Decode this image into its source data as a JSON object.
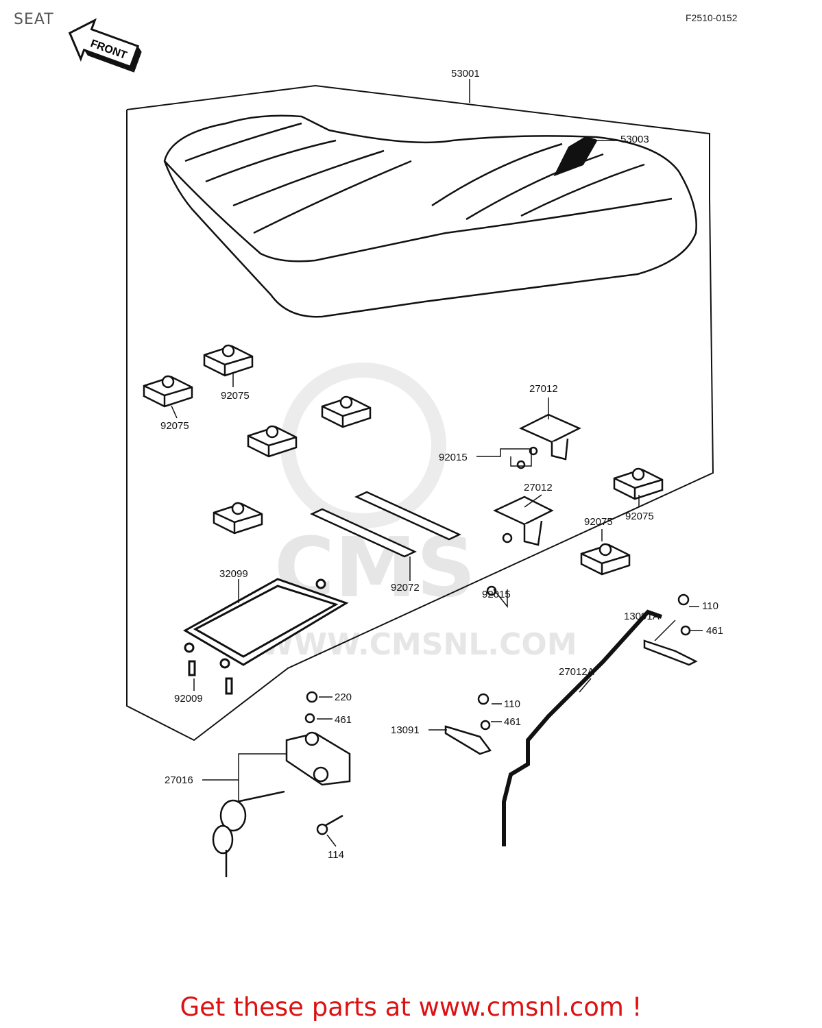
{
  "header": {
    "title": "SEAT",
    "diagram_code": "F2510-0152"
  },
  "front_arrow": {
    "label": "FRONT",
    "icon": "front-arrow-icon"
  },
  "watermark": {
    "text": "CMS",
    "url": "WWW.CMSNL.COM"
  },
  "parts": [
    {
      "id": "p53001",
      "label": "53001"
    },
    {
      "id": "p53003",
      "label": "53003"
    },
    {
      "id": "p92075a",
      "label": "92075"
    },
    {
      "id": "p92075b",
      "label": "92075"
    },
    {
      "id": "p27012a",
      "label": "27012"
    },
    {
      "id": "p92015a",
      "label": "92015"
    },
    {
      "id": "p27012b",
      "label": "27012"
    },
    {
      "id": "p92075c",
      "label": "92075"
    },
    {
      "id": "p92075d",
      "label": "92075"
    },
    {
      "id": "p32099",
      "label": "32099"
    },
    {
      "id": "p92072",
      "label": "92072"
    },
    {
      "id": "p92015b",
      "label": "92015"
    },
    {
      "id": "p110a",
      "label": "110"
    },
    {
      "id": "p13091A",
      "label": "13091A"
    },
    {
      "id": "p461a",
      "label": "461"
    },
    {
      "id": "p27012A",
      "label": "27012A"
    },
    {
      "id": "p92009",
      "label": "92009"
    },
    {
      "id": "p220",
      "label": "220"
    },
    {
      "id": "p461b",
      "label": "461"
    },
    {
      "id": "p110b",
      "label": "110"
    },
    {
      "id": "p13091",
      "label": "13091"
    },
    {
      "id": "p461c",
      "label": "461"
    },
    {
      "id": "p27016",
      "label": "27016"
    },
    {
      "id": "p114",
      "label": "114"
    }
  ],
  "footer": {
    "text": "Get these parts at www.cmsnl.com !"
  }
}
